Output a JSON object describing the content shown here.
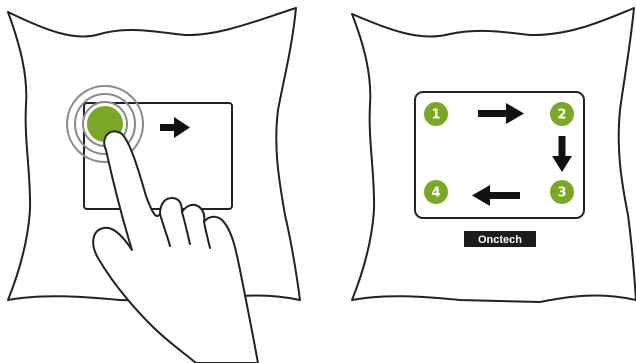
{
  "colors": {
    "accent_green": "#79a824",
    "ring_gray": "#8a8a8a",
    "outline": "#222222",
    "logo_bg": "#1c1c1c"
  },
  "left_panel": {
    "icons": [
      "green-touch-point",
      "arrow-right-icon",
      "hand-pointer-icon"
    ]
  },
  "right_panel": {
    "steps": [
      {
        "label": "1"
      },
      {
        "label": "2"
      },
      {
        "label": "3"
      },
      {
        "label": "4"
      }
    ],
    "arrows": [
      "arrow-right",
      "arrow-down",
      "arrow-left"
    ],
    "logo": {
      "text": "Onctech"
    }
  }
}
